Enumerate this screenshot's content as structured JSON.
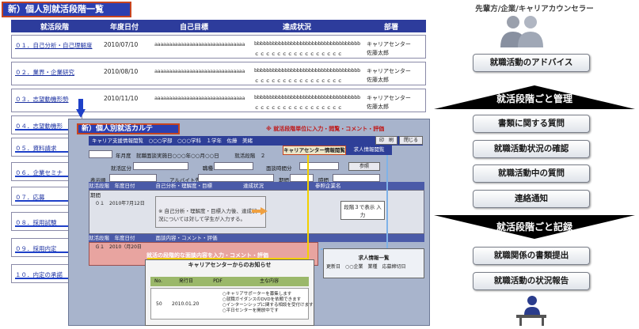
{
  "list": {
    "title": "新）個人別就活段階一覧",
    "headers": [
      "就活段階",
      "年度日付",
      "自己目標",
      "達成状況",
      "部署"
    ],
    "rows": [
      {
        "step": "０１．自己分析・自己理解度",
        "date": "2010/07/10",
        "goal": "aaaaaaaaaaaaaaaaaaaaaaaaaaaaaaa",
        "status1": "bbbbbbbbbbbbbbbbbbbbbbbbbbbbbbbbbbb",
        "status2": "ｃｃｃｃｃｃｃｃｃｃｃｃｃｃｃｃ",
        "dept": "キャリアセンター",
        "person": "佐藤太郎"
      },
      {
        "step": "０２．業界・企業研究",
        "date": "2010/08/10",
        "goal": "aaaaaaaaaaaaaaaaaaaaaaaaaaaaaaa",
        "status1": "bbbbbbbbbbbbbbbbbbbbbbbbbbbbbbbbbbb",
        "status2": "ｃｃｃｃｃｃｃｃｃｃｃｃｃｃｃｃ",
        "dept": "キャリアセンター",
        "person": "佐藤太郎"
      },
      {
        "step": "０３．志望動機形勢",
        "date": "2010/11/10",
        "goal": "aaaaaaaaaaaaaaaaaaaaaaaaaaaaaaa",
        "status1": "bbbbbbbbbbbbbbbbbbbbbbbbbbbbbbbbbbb",
        "status2": "ｃｃｃｃｃｃｃｃｃｃｃｃｃｃｃｃ",
        "dept": "キャリアセンター",
        "person": "佐藤太郎"
      }
    ],
    "more_steps": [
      "０４．志望動機形",
      "０５．資料請求",
      "０６．企業セミナ",
      "０７．応募",
      "０８．採用試験",
      "０９．採用内定",
      "１０．内定の承諾"
    ]
  },
  "karte": {
    "title": "新）個人別就活カルテ",
    "note": "※ 就活段階単位に入力・閲覧・コメント・評価",
    "info": "キャリア支援情報閲覧　○○○学部　○○○学科　１学年　佐藤　美緒",
    "btn_print": "印　刷",
    "btn_close": "閉じる",
    "row1": "年月度　就職面談実施日○○○年○○月○○日　　　就活段階　２",
    "label_kbn": "就活区分",
    "label_shokushu": "職種",
    "label_ninzu": "面談時間分",
    "btn_ref": "参照",
    "label_hyoji": "表示順",
    "label_arbeit": "アルバイト先",
    "label_kikan": "期間",
    "label_time": "時間",
    "tab_career": "キャリアセンター情報閲覧",
    "tab_job": "求人情報閲覧",
    "sub1": "就活段階　年度日付　　　　自己分析・理解度・目標　　　　　　達成状況　　　　　　　　　　参照企業名",
    "sub1b": "期間",
    "area1_date": "０１　2010年7月12日",
    "area1_text": "※ 自己分析・理解度・目標入力後、達成状況については対して学生が入力する。",
    "pagebox": "段階３で表示 入力",
    "sub2": "就活段階　年度日付　　　　面談内容・コメント・評価",
    "area2_date": "Ｇ１　2010（月20日",
    "area2_text": "就活の段階的な面談内容を入力・コメント・評価",
    "notice": {
      "title": "キャリアセンターからのお知らせ",
      "headers": [
        "No.",
        "発行日",
        "PDF",
        "主な内容"
      ],
      "no": "50",
      "date": "2010.01.20",
      "lines": [
        "○キャリアサポーターを募集します",
        "○就職ガイダンスのDVDを依頼できます",
        "○インターンシップに関する相談を受付けます",
        "○平日センターを開放中です"
      ]
    },
    "joblist": {
      "title": "求人情報一覧",
      "row": "更新日　○○企業　業種　応募締切日"
    }
  },
  "flow": {
    "stakeholders": "先輩方/企業/キャリアカウンセラー",
    "top_box": "就職活動のアドバイス",
    "band1": "就活段階ごと管理",
    "mid_boxes": [
      "書類に関する質問",
      "就職活動状況の確認",
      "就職活動中の質問",
      "連絡通知"
    ],
    "band2": "就活段階ごと記録",
    "bottom_boxes": [
      "就職関係の書類提出",
      "就職活動の状況報告"
    ]
  },
  "colors": {
    "header_blue": "#2d3c9c",
    "frame_red": "#c8451f",
    "band_black": "#000000",
    "accent_yellow": "#f2d000",
    "accent_pink": "#e8a4a0"
  }
}
